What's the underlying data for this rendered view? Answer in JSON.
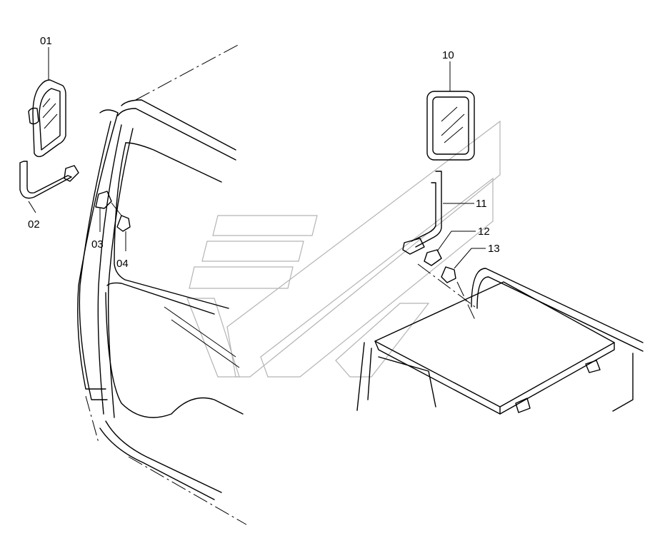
{
  "labels": {
    "p01": "01",
    "p02": "02",
    "p03": "03",
    "p04": "04",
    "p10": "10",
    "p11": "11",
    "p12": "12",
    "p13": "13"
  }
}
